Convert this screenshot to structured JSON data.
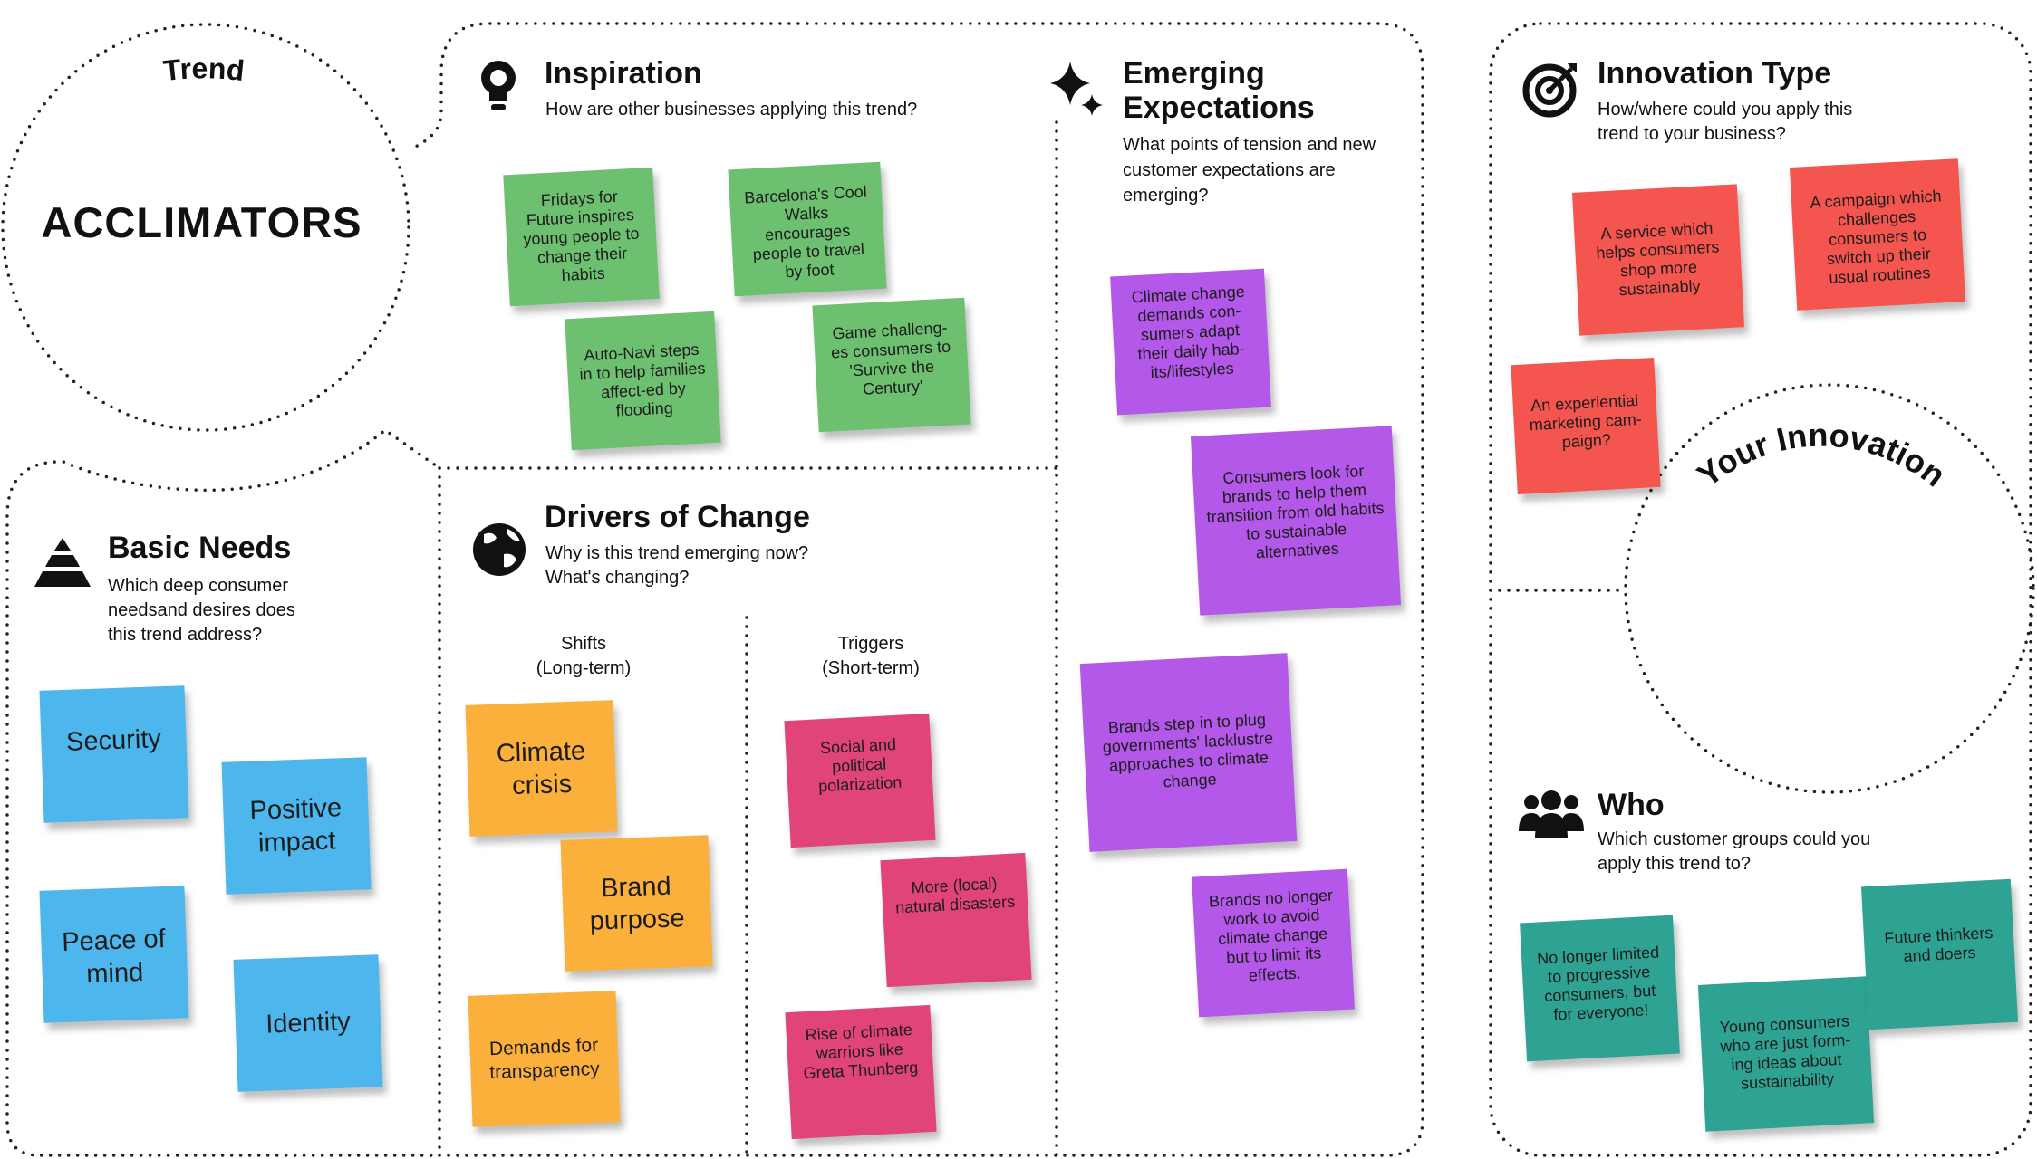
{
  "trend": {
    "label": "Trend",
    "name": "ACCLIMATORS"
  },
  "inspiration": {
    "title": "Inspiration",
    "subtitle": "How are other businesses applying this trend?",
    "notes": [
      "Fridays for Future inspires young people to change their habits",
      "Barcelona's Cool Walks encourages people to travel by foot",
      "Auto-Navi steps in to help families affect-ed by flooding",
      "Game challeng-es consumers to 'Survive the Century'"
    ]
  },
  "emerging": {
    "title_line1": "Emerging",
    "title_line2": "Expectations",
    "subtitle": "What points of tension and new customer expectations are emerging?",
    "notes": [
      "Climate change demands con-sumers adapt their daily hab-its/lifestyles",
      "Consumers look for brands to help them transition from old habits to sustainable alternatives",
      "Brands step in to plug governments' lacklustre approaches to climate change",
      "Brands no longer work to avoid climate change but to limit its effects."
    ]
  },
  "innovation_type": {
    "title": "Innovation Type",
    "subtitle": "How/where could you apply this trend to your business?",
    "notes": [
      "A service which helps consumers shop more sustainably",
      "A campaign which challenges consumers to switch up their usual routines",
      "An experiential marketing cam-paign?"
    ]
  },
  "your_innovation": {
    "label": "Your Innovation"
  },
  "basic_needs": {
    "title": "Basic Needs",
    "subtitle": "Which deep consumer needsand desires does this trend address?",
    "notes": [
      "Security",
      "Positive impact",
      "Peace of mind",
      "Identity"
    ]
  },
  "drivers": {
    "title": "Drivers of Change",
    "subtitle": "Why is this trend emerging now? What's changing?",
    "shifts": {
      "heading": "Shifts",
      "subheading": "(Long-term)",
      "notes": [
        "Climate crisis",
        "Brand purpose",
        "Demands for transparency"
      ]
    },
    "triggers": {
      "heading": "Triggers",
      "subheading": "(Short-term)",
      "notes": [
        "Social and political polarization",
        "More (local) natural disasters",
        "Rise of climate warriors like Greta Thunberg"
      ]
    }
  },
  "who": {
    "title": "Who",
    "subtitle": "Which customer groups could you apply this trend to?",
    "notes": [
      "No longer limited to progressive consumers, but for everyone!",
      "Young consumers who are just form-ing ideas about sustainability",
      "Future thinkers and doers"
    ]
  },
  "colors": {
    "basic_needs": "#4db6ec",
    "inspiration": "#6ec071",
    "shifts": "#fbb03b",
    "triggers": "#e1447b",
    "emerging": "#b458e9",
    "innovation_type": "#f5554f",
    "who": "#2ea393"
  }
}
